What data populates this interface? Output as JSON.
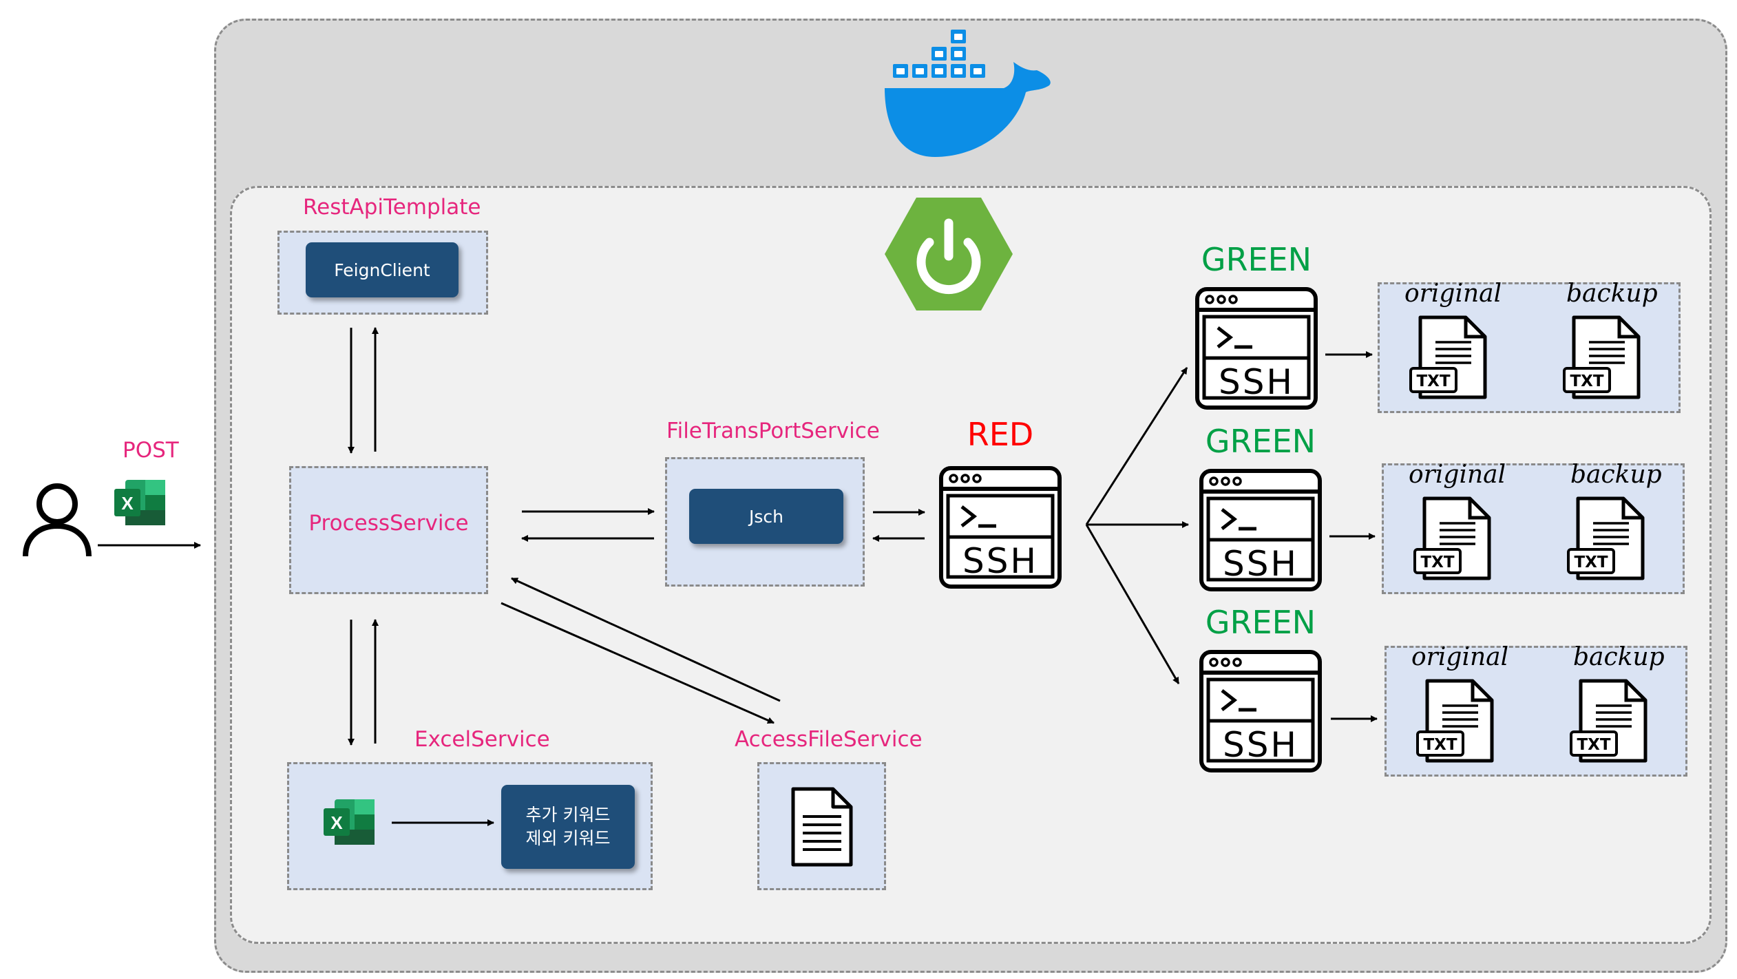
{
  "http_method": "POST",
  "labels": {
    "rest_api_template": "RestApiTemplate",
    "file_transport_service": "FileTransPortService",
    "excel_service": "ExcelService",
    "access_file_service": "AccessFileService"
  },
  "boxes": {
    "feign_client": "FeignClient",
    "process_service": "ProcessService",
    "jsch": "Jsch",
    "keywords_line1": "추가 키워드",
    "keywords_line2": "제외 키워드"
  },
  "servers": {
    "red": {
      "env": "RED",
      "ssh": "SSH"
    },
    "green": [
      {
        "env": "GREEN",
        "ssh": "SSH",
        "original": "original",
        "backup": "backup",
        "file_ext_original": "TXT",
        "file_ext_backup": "TXT"
      },
      {
        "env": "GREEN",
        "ssh": "SSH",
        "original": "original",
        "backup": "backup",
        "file_ext_original": "TXT",
        "file_ext_backup": "TXT"
      },
      {
        "env": "GREEN",
        "ssh": "SSH",
        "original": "original",
        "backup": "backup",
        "file_ext_original": "TXT",
        "file_ext_backup": "TXT"
      }
    ]
  },
  "excel_icon_letter": "X",
  "colors": {
    "pink_label": "#e6267d",
    "red_env": "#ff0000",
    "green_env": "#00a046",
    "navy_box": "#1f4e79",
    "zone_fill": "#dae3f3",
    "docker_blue": "#0c8ee6",
    "spring_green": "#6db33f"
  },
  "icons": [
    "user-icon",
    "excel-icon",
    "docker-logo",
    "spring-boot-logo",
    "ssh-terminal-icon",
    "txt-file-icon",
    "document-icon"
  ]
}
